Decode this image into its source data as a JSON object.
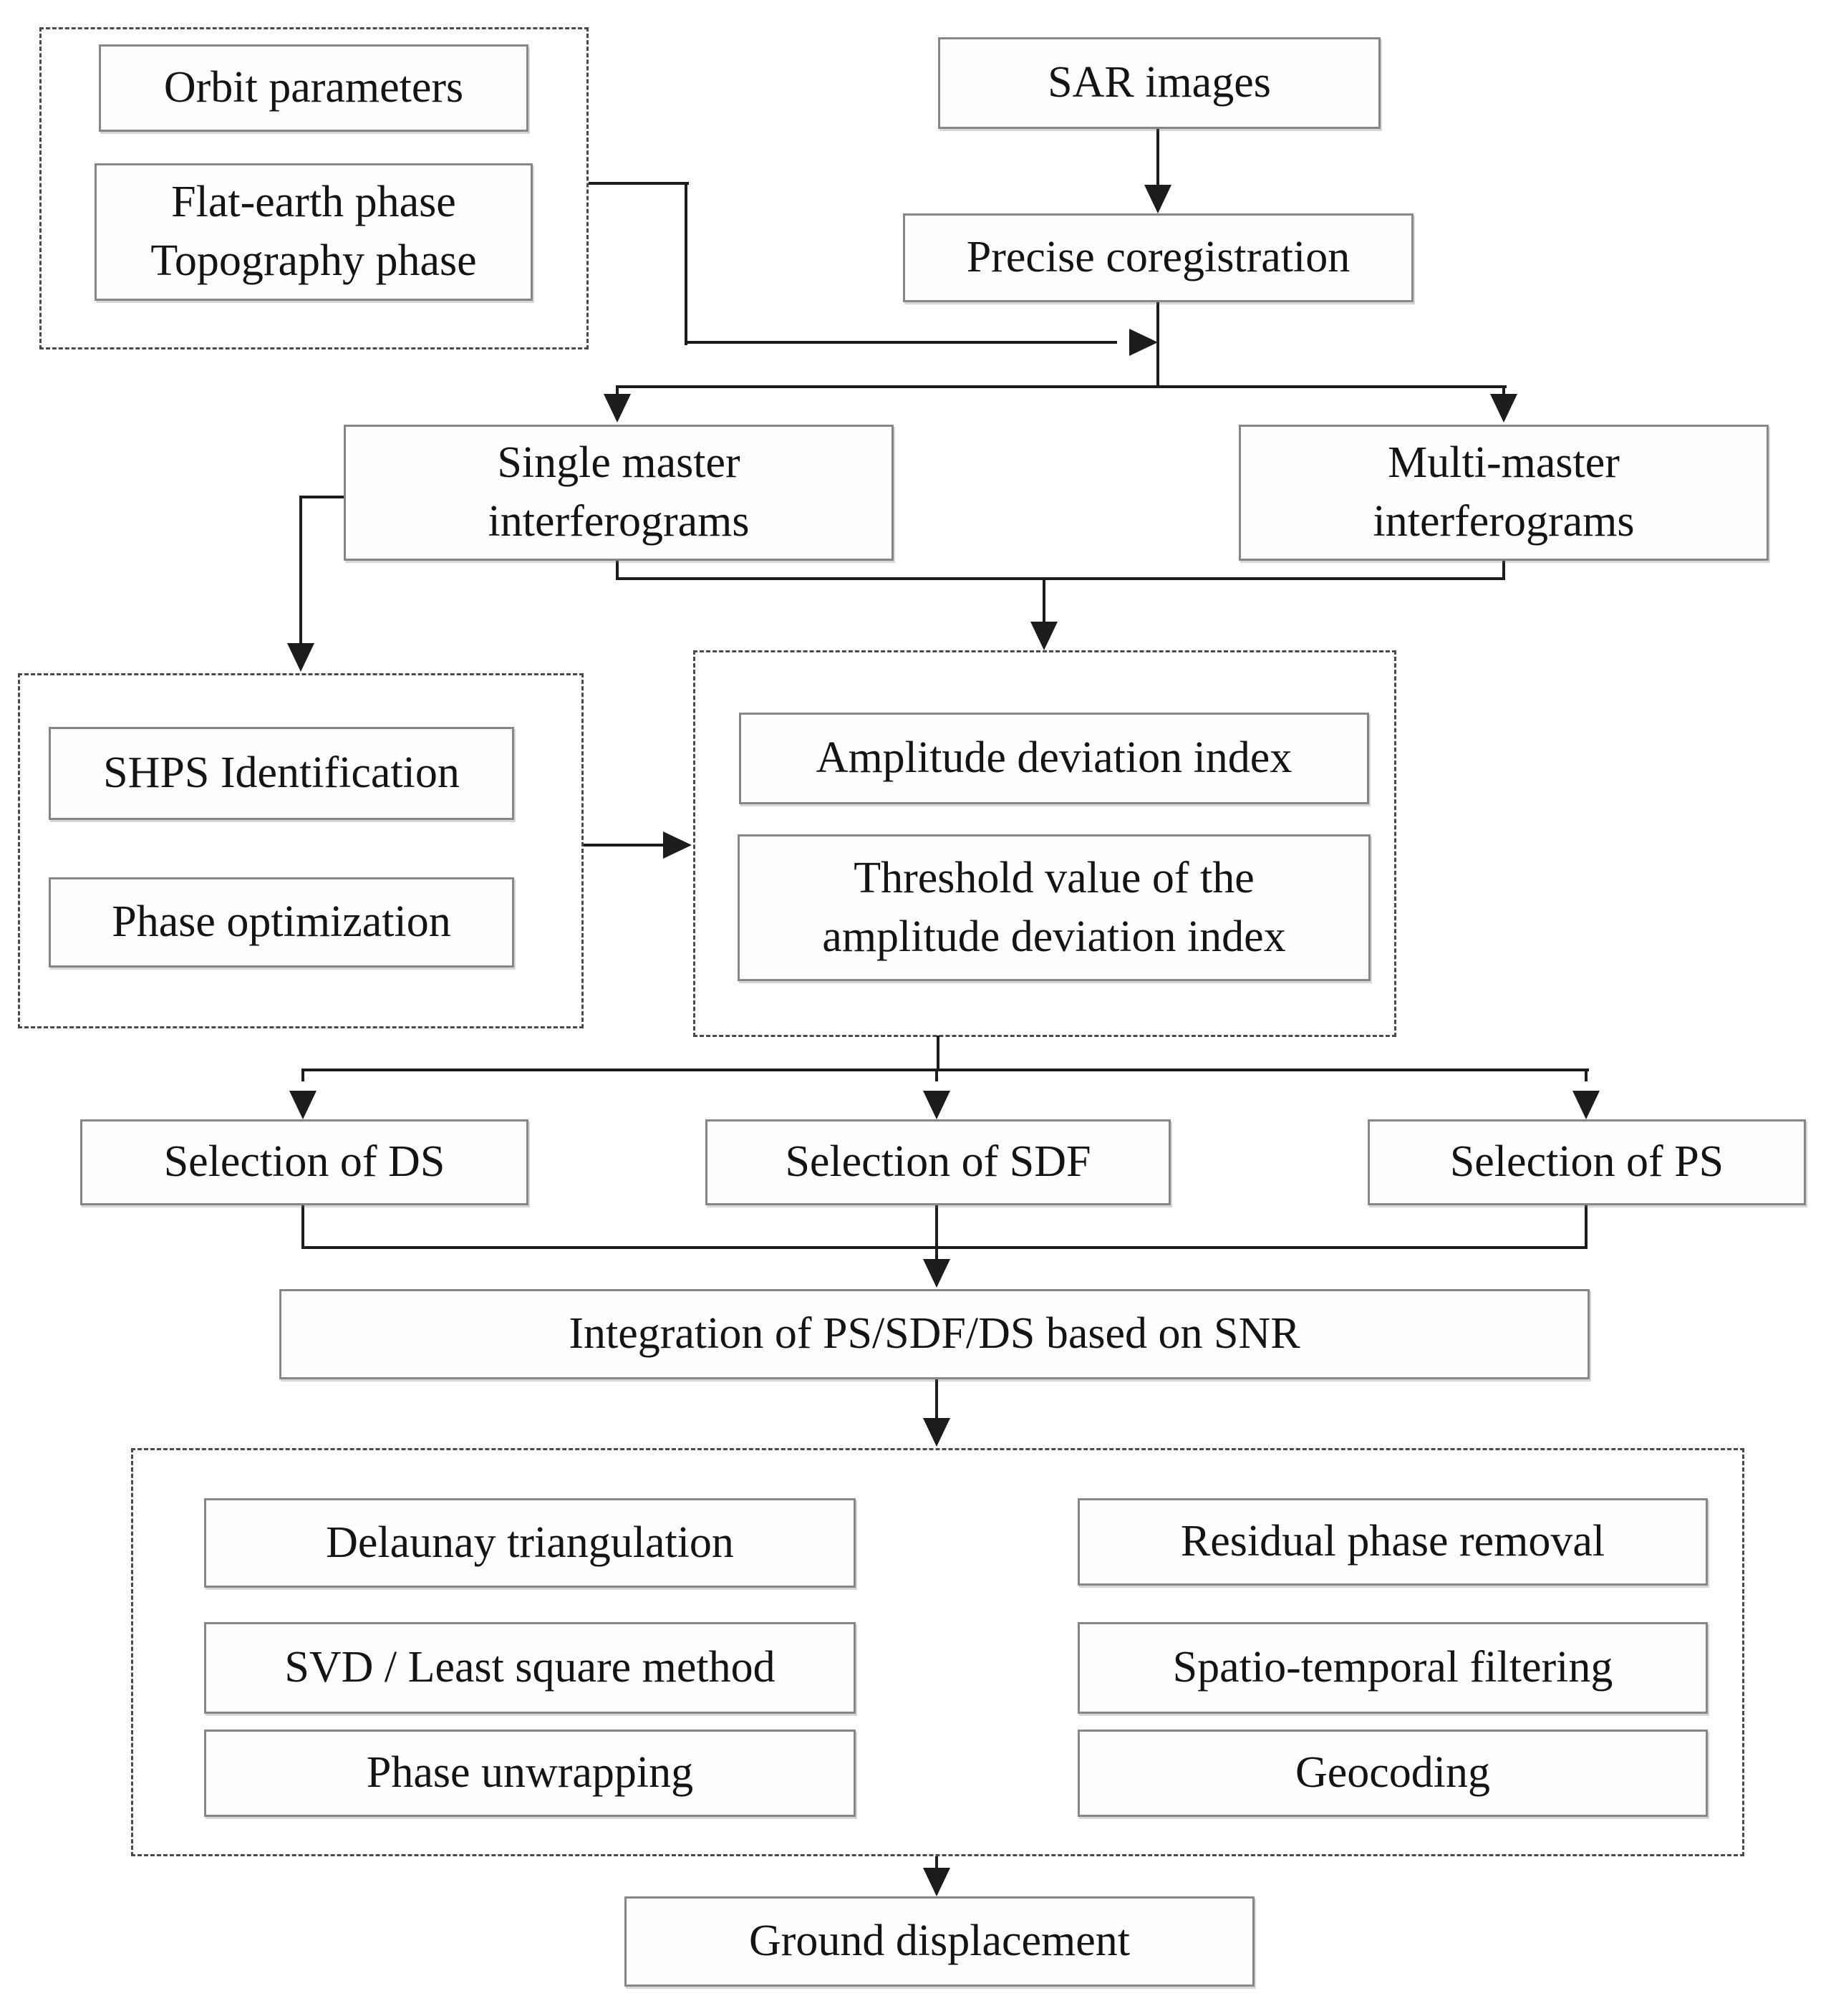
{
  "nodes": {
    "orbit": {
      "label": "Orbit parameters"
    },
    "flatearth": {
      "line1": "Flat-earth phase",
      "line2": "Topography phase"
    },
    "sar": {
      "label": "SAR images"
    },
    "precise": {
      "label": "Precise coregistration"
    },
    "single": {
      "line1": "Single master",
      "line2": "interferograms"
    },
    "multi": {
      "line1": "Multi-master",
      "line2": "interferograms"
    },
    "shps": {
      "label": "SHPS Identification"
    },
    "phase_opt": {
      "label": "Phase optimization"
    },
    "amplitude": {
      "label": "Amplitude deviation index"
    },
    "threshold": {
      "line1": "Threshold value of the",
      "line2": "amplitude deviation index"
    },
    "sel_ds": {
      "label": "Selection of DS"
    },
    "sel_sdf": {
      "label": "Selection of SDF"
    },
    "sel_ps": {
      "label": "Selection of PS"
    },
    "integration": {
      "label": "Integration of PS/SDF/DS based on SNR"
    },
    "delaunay": {
      "label": "Delaunay triangulation"
    },
    "svd": {
      "label": "SVD / Least square method"
    },
    "unwrap": {
      "label": "Phase unwrapping"
    },
    "residual": {
      "label": "Residual phase removal"
    },
    "spatio": {
      "label": "Spatio-temporal filtering"
    },
    "geocoding": {
      "label": "Geocoding"
    },
    "ground": {
      "label": "Ground displacement"
    }
  },
  "colors": {
    "line": "#1c1c1c",
    "box_border": "#878787",
    "dashed_border": "#4a4a4a",
    "background": "#ffffff",
    "text": "#141414"
  }
}
